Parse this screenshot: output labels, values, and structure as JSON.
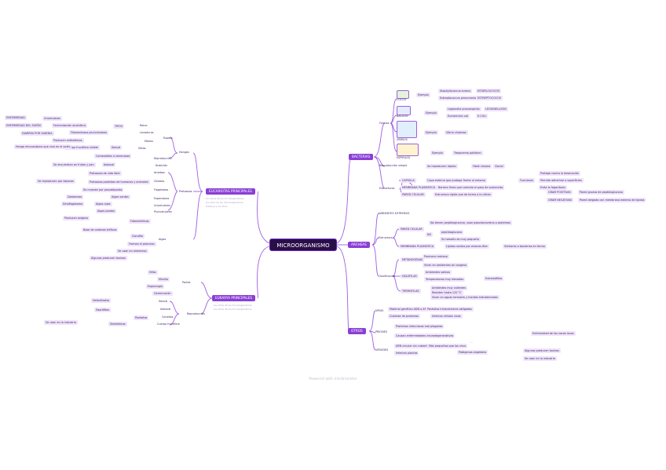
{
  "root": "MICROORGANISMO",
  "colors": {
    "line": "#9d5fe3",
    "branch": "#8a3fd6",
    "root_bg": "#2a0e4a",
    "leaf_bg": "#efe5fb"
  },
  "watermark": "Powered with mindmeister",
  "branches": {
    "bacterias": "BACTERIAS",
    "archeas": "ARCHEAS",
    "otros": "OTROS",
    "eucariontes": "EUCARIOTAS PRINCIPALES",
    "eucariontes_sub": [
      "Los otros de los microorganismos",
      "los otros de los microorganismos",
      "Eukarya y los otros"
    ],
    "eukarya": "EUKARYA PRINCIPALES",
    "eukarya_sub": [
      "Los otros de los microorganismos",
      "Los otros de los microorganismos"
    ]
  },
  "bact": {
    "formas": "Formas",
    "cocos": "COCOS",
    "bacilos": "BACILOS",
    "vibrios": "VIBRIOS",
    "espirilos": "ESPIRILOS",
    "ej": "Ejemplo",
    "cocos_leaf": [
      "Staphylococcus aureus",
      "Estreptococcus pneumoniae"
    ],
    "cocos_tag": [
      "ESTAFILOCOCOS",
      "ESTREPTOCOCOS"
    ],
    "bacilos_leaf": [
      "Legionella pneumophila",
      "Escherichia coli"
    ],
    "bacilos_tag": [
      "LEGIONELLOSIS",
      "E.COLI"
    ],
    "vibrio_leaf": "Vibrio cholerae",
    "esp_leaf": "Treponema pallidum",
    "morf": "Reproducción simple",
    "morf_l": "Se reproducen rápido",
    "morf_t": "Fisión binaria",
    "morf_tag": "Clonal",
    "estr": "Estructuras",
    "capsula": "CAPSULA",
    "membrana": "MEMBRANA PLASMATICA",
    "pared": "PARED CELULAR",
    "capsula_l": "Capa externa que protege frente al entorno",
    "membrana_l": "Barrera física que controla el paso de sustancias",
    "pared_l": "Estructura rígida que da forma a la célula",
    "funciones": "Funciones",
    "f1": "Protege contra la desecación",
    "f2": "Permite adherirse a superficies",
    "f3": "Evita la fagocitosis",
    "gram": "GRAM POSITIVAS",
    "gram_n": "GRAM NEGATIVAS",
    "gram_l": "Pared gruesa de peptidoglucano",
    "gram_nl": "Pared delgada con membrana externa de lípidos"
  },
  "arch": {
    "hab": "AMBIENTES EXTREMOS",
    "estr": "Estructura",
    "pared": "PARED CELULAR",
    "membrana": "MEMBRANA PLASMATICA",
    "pared_l": "No tienen peptidoglucano, usan pseudomureína o proteínas",
    "no": "NO",
    "pep": "peptidoglucano",
    "mem_l": "Lípidos unidos por enlaces éter",
    "clas": "Clasificación",
    "metano": "METANOGENAS",
    "halo": "HALOFILAS",
    "termo": "TERMOFILAS",
    "m1": "Producen metano",
    "m2": "Viven en ambientes sin oxígeno",
    "h1": "Ambientes salinos",
    "h2": "Temperaturas muy elevadas",
    "t1": "Ambientes muy calientes",
    "t2": "Resisten hasta 120 °C",
    "t3": "Viven en aguas termales y fuentes hidrotermales",
    "t_tag": "Extremófilas",
    "x": "Su tamaño es muy pequeño",
    "x2": "Similares a bacterias en forma"
  },
  "otros": {
    "virus": "VIRUS",
    "priones": "PRIONES",
    "viroides": "VIROIDES",
    "v1": "Material genético ADN o ARN",
    "v2": "Cubierta de proteínas",
    "v3": "Parásitos intracelulares obligados",
    "v_tag": "Infectan células vivas",
    "p1": "Proteínas infecciosas mal plegadas",
    "p2": "Causan enfermedades neurodegenerativas",
    "p3": "Enfermedad de las vacas locas",
    "vi1": "ARN circular sin cubierta",
    "vi2": "Infectan plantas",
    "vi3": "Más pequeños que los virus",
    "vi_tag": "Patógenos vegetales"
  },
  "euk": {
    "hongos": "Hongos",
    "protozoos": "Protozoos",
    "algas": "Algas",
    "esp": "Espora",
    "reino": "Reino",
    "tipos": "TIPOS",
    "levad": "Levaduras",
    "moho": "Mohos",
    "setas": "Setas",
    "l1": "Unicelulares",
    "l2": "Fermentación alcohólica",
    "m1": "Filamentosos pluricelulares",
    "m2": "Producen antibióticos",
    "s1": "Cuerpo fructífero visible",
    "s2": "Comestibles o venenosas",
    "repro": "Reproducción",
    "sexual": "Sexual",
    "asexual": "Asexual",
    "nutr": "Nutrición",
    "het": "Heterótrofos",
    "sap": "Saprófitos",
    "par": "Parásitos",
    "sim": "Simbióticos",
    "p_amebas": "Amebas",
    "p_cilia": "Ciliados",
    "p_flag": "Flagelados",
    "p_espor": "Esporozoos",
    "a_uni": "Unicelulares",
    "a_plu": "Pluricelulares",
    "a_foto": "Fotosintéticas",
    "a_cloro": "Clorofila",
    "tag_a": "ENFERMEDAD",
    "tag_b": "ENFERMEDAD DEL SUEÑO",
    "tag_c": "DIARREA POR GIARDIA",
    "pr1": "Protozoos de vida libre",
    "pr2": "Protozoos parásitos de humanos y animales",
    "pr3": "Se mueven por pseudópodos",
    "a1": "Algas verdes",
    "a2": "Algas rojas",
    "a3": "Algas pardas",
    "a4": "Diatomeas",
    "a5": "Dinoflagelados",
    "leg1": "Producen oxígeno",
    "leg2": "Base de cadenas tróficas",
    "leg3": "Forman el plancton",
    "leg4": "Se usan en alimentos",
    "r_partes": "Partes",
    "r_hifa": "Hifas",
    "r_mic": "Micelio",
    "r_hongo": "Esporangio",
    "r_ger": "Germinación",
    "r_c": "Conidios",
    "r_d": "Cuerpo fructífero",
    "nota1": "Hongo microscópico que vive en el suelo",
    "nota2": "Se reproducen por esporas",
    "nota3": "Se encuentran en frutas y pan",
    "nota4": "Pueden ser patógenos",
    "nota5": "Algunos producen toxinas",
    "nota6": "Se usan en la industria"
  }
}
